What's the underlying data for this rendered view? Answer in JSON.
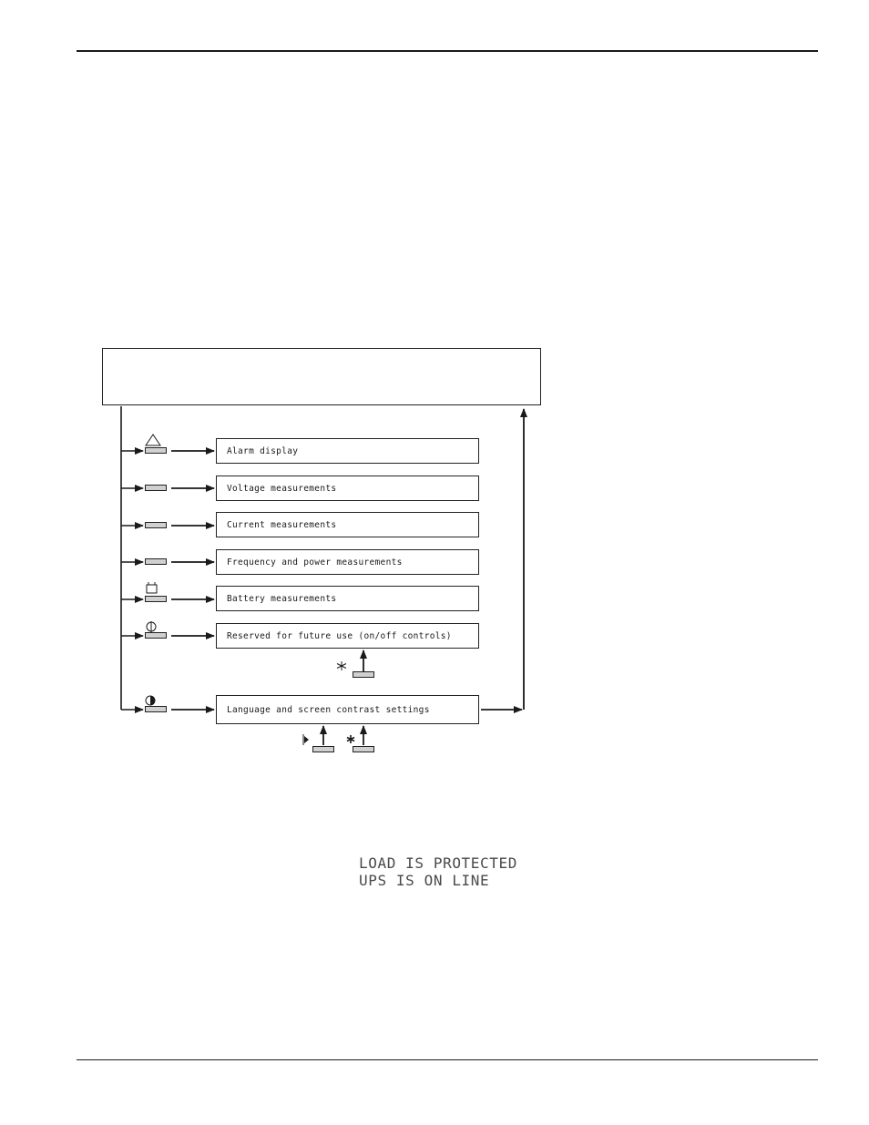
{
  "menu": {
    "items": [
      {
        "label": "Alarm display",
        "icon": "warning-triangle-icon"
      },
      {
        "label": "Voltage measurements",
        "icon": ""
      },
      {
        "label": "Current measurements",
        "icon": ""
      },
      {
        "label": "Frequency and power measurements",
        "icon": ""
      },
      {
        "label": "Battery measurements",
        "icon": "battery-icon"
      },
      {
        "label": "Reserved for future use (on/off controls)",
        "icon": "power-icon"
      },
      {
        "label": "Language and screen contrast settings",
        "icon": "contrast-icon"
      }
    ]
  },
  "lcd": {
    "line1": "LOAD IS PROTECTED",
    "line2": "UPS IS ON LINE"
  }
}
